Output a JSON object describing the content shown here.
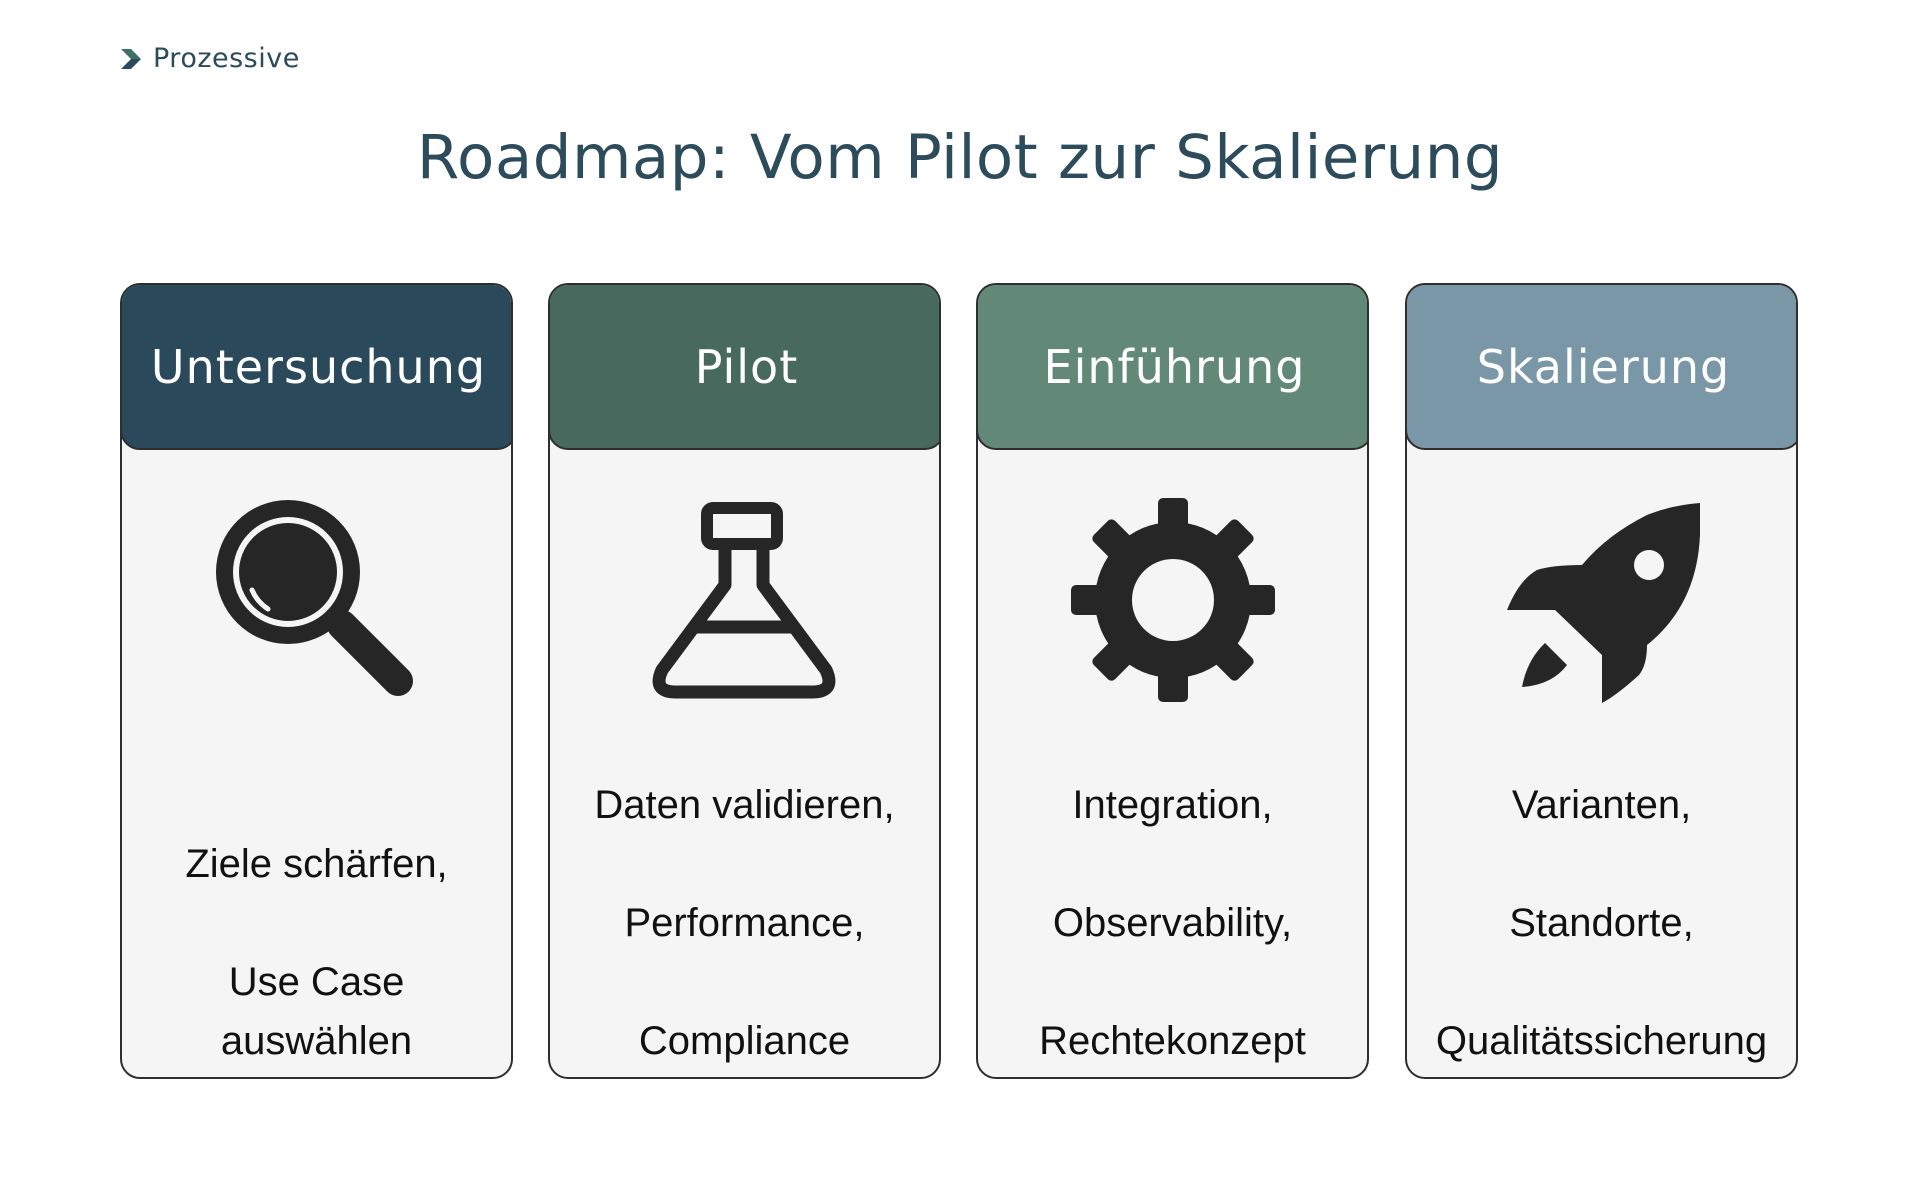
{
  "brand": {
    "name": "Prozessive",
    "icon": "chevron-right-icon",
    "colors": {
      "top": "#3f6f66",
      "bottom": "#2a4a5e",
      "text": "#2b4a5a"
    }
  },
  "title": "Roadmap: Vom Pilot zur Skalierung",
  "phases": [
    {
      "label": "Untersuchung",
      "color": "#2a4a5c",
      "icon": "magnifier-icon",
      "lines": [
        "Ziele schärfen,",
        "Use Case auswählen"
      ]
    },
    {
      "label": "Pilot",
      "color": "#48695d",
      "icon": "flask-icon",
      "lines": [
        "Daten validieren,",
        "Performance,",
        "Compliance"
      ]
    },
    {
      "label": "Einführung",
      "color": "#628878",
      "icon": "gear-icon",
      "lines": [
        "Integration,",
        "Observability,",
        "Rechtekonzept"
      ]
    },
    {
      "label": "Skalierung",
      "color": "#7a97a7",
      "icon": "rocket-icon",
      "lines": [
        "Varianten,",
        "Standorte,",
        "Qualitätssicherung"
      ]
    }
  ]
}
